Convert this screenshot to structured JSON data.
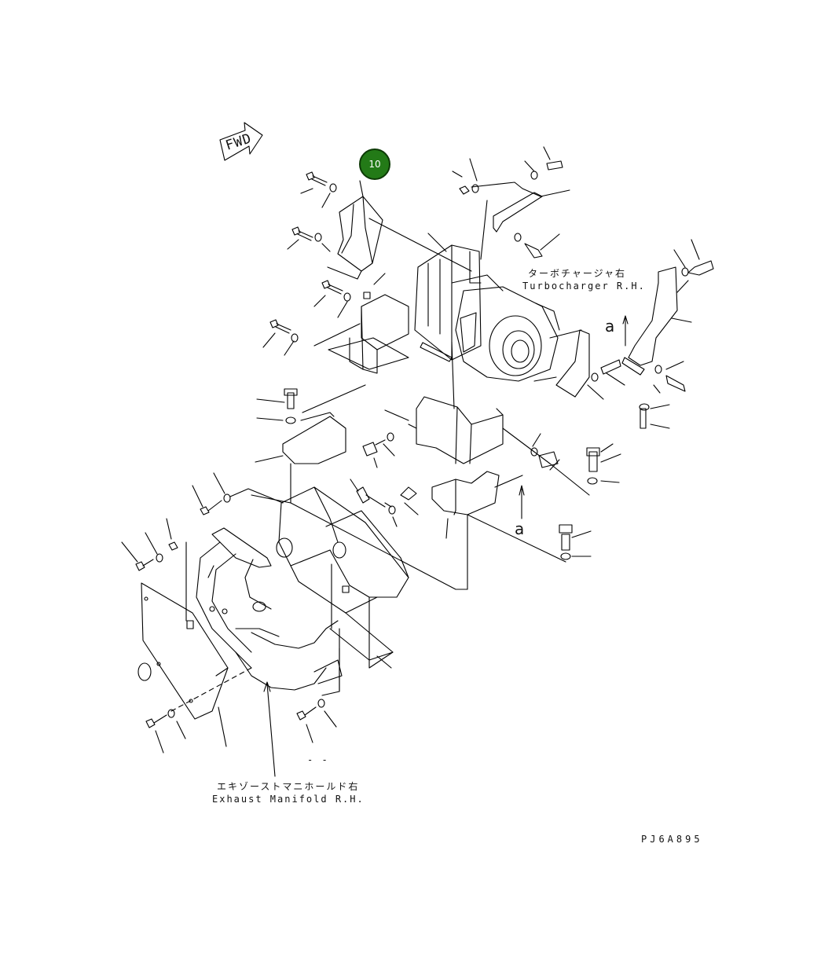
{
  "direction_badge": "FWD",
  "callout": {
    "number": "10",
    "color": "#237a17"
  },
  "turbocharger": {
    "label_jp": "ターボチャージャ右",
    "label_en": "Turbocharger R.H."
  },
  "manifold": {
    "label_jp": "エキゾーストマニホールド右",
    "label_en": "Exhaust Manifold R.H."
  },
  "view_marks": [
    "a",
    "a"
  ],
  "dashes": "- -",
  "drawing_code": "PJ6A895"
}
